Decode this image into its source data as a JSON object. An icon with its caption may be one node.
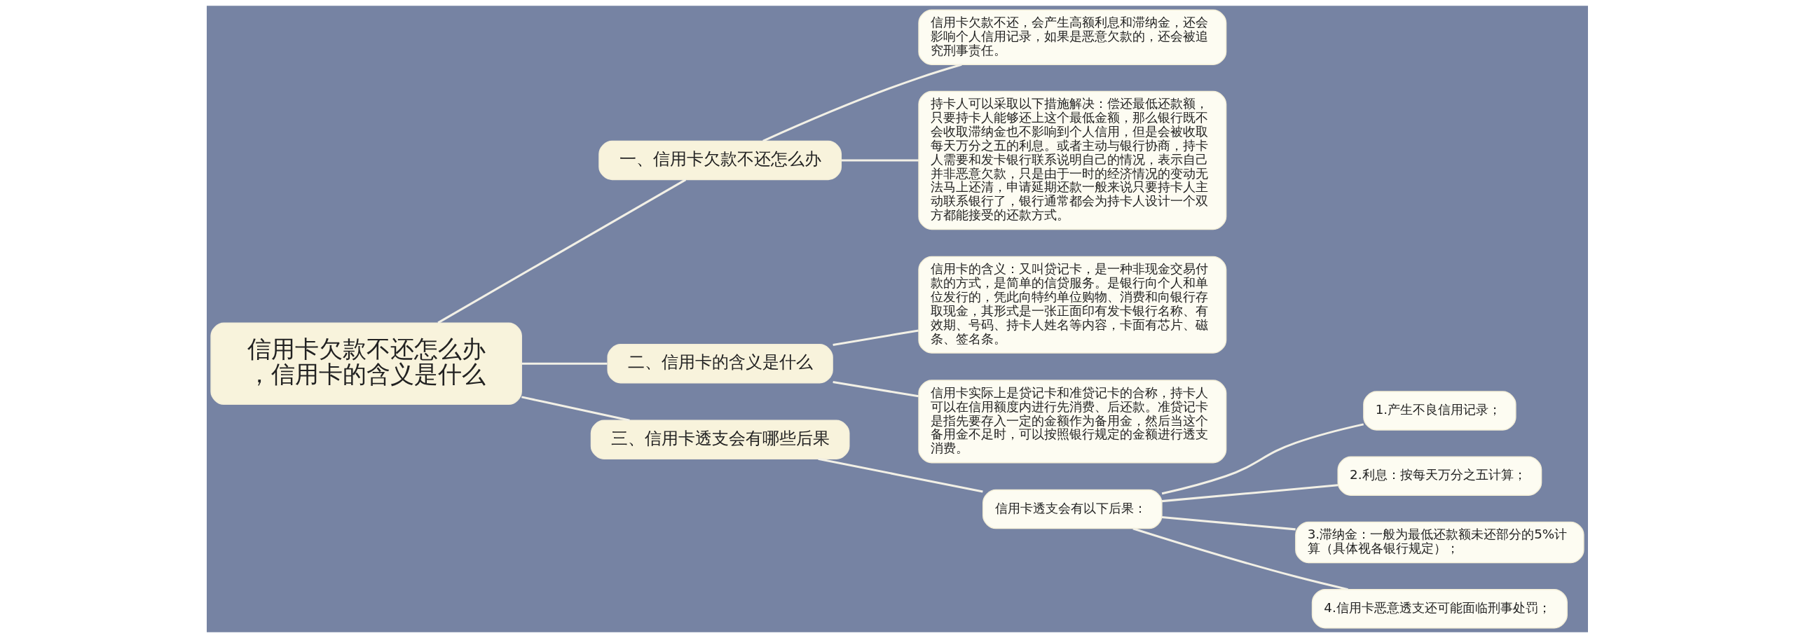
{
  "diagram": {
    "nodes": [
      {
        "text": [
          "信用卡欠款不还怎么办，信用卡的含义是什么"
        ]
      },
      {
        "text": [
          "一、信用卡欠款不还怎么办"
        ]
      },
      {
        "text": [
          "信用卡欠款不还，会产生高额利息和滞纳金，还会影响个人信用记录，如果是恶意欠款的，还会被追究刑事责任。"
        ]
      },
      {
        "text": [
          "持卡人可以采取以下措施解决：偿还最低还款额，只要持卡人能够还上这个最低金额，那么银行既不会收取滞纳金也不影响到个人信用，但是会被收取每天万分之五的利息。或者主动与银行协商，持卡人需要和发卡银行联系说明自己的情况，表示自己并非恶意欠款，只是由于一时的经济情况的变动无法马上还清，申请延期还款一般来说只要持卡人主动联系银行了，银行通常都会为持卡人设计一个双方都能接受的还款方式。"
        ]
      },
      {
        "text": [
          "二、信用卡的含义是什么"
        ]
      },
      {
        "text": [
          "信用卡的含义：又叫贷记卡，是一种非现金交易付款的方式，是简单的信贷服务。是银行向个人和单位发行的，凭此向特约单位购物、消费和向银行存取现金，其形式是一张正面印有发卡银行名称、有效期、号码、持卡人姓名等内容，卡面有芯片、磁条、签名条。"
        ]
      },
      {
        "text": [
          "信用卡实际上是贷记卡和准贷记卡的合称，持卡人可以在信用额度内进行先消费、后还款。准贷记卡是指先要存入一定的金额作为备用金，然后当这个备用金不足时，可以按照银行规定的金额进行透支消费。"
        ]
      },
      {
        "text": [
          "三、信用卡透支会有哪些后果"
        ]
      },
      {
        "text": [
          "信用卡透支会有以下后果："
        ]
      },
      {
        "text": [
          "1.产生不良信用记录；"
        ]
      },
      {
        "text": [
          "2.利息：按每天万分之五计算；"
        ]
      },
      {
        "text": [
          "3.滞纳金：一般为最低还款额未还部分的5%计算（具体视各银行规定）；"
        ]
      },
      {
        "text": [
          "4.信用卡恶意透支还可能面临刑事处罚；"
        ]
      }
    ],
    "edges": [
      {
        "from": 0,
        "to": 1,
        "arrow": "none"
      },
      {
        "from": 1,
        "to": 2,
        "arrow": "none"
      },
      {
        "from": 1,
        "to": 3,
        "arrow": "none"
      },
      {
        "from": 0,
        "to": 4,
        "arrow": "none"
      },
      {
        "from": 4,
        "to": 5,
        "arrow": "none"
      },
      {
        "from": 4,
        "to": 6,
        "arrow": "none"
      },
      {
        "from": 0,
        "to": 7,
        "arrow": "none"
      },
      {
        "from": 7,
        "to": 8,
        "arrow": "none"
      },
      {
        "from": 8,
        "to": 9,
        "arrow": "none"
      },
      {
        "from": 8,
        "to": 10,
        "arrow": "none"
      },
      {
        "from": 8,
        "to": 11,
        "arrow": "none"
      },
      {
        "from": 8,
        "to": 12,
        "arrow": "none"
      }
    ]
  }
}
